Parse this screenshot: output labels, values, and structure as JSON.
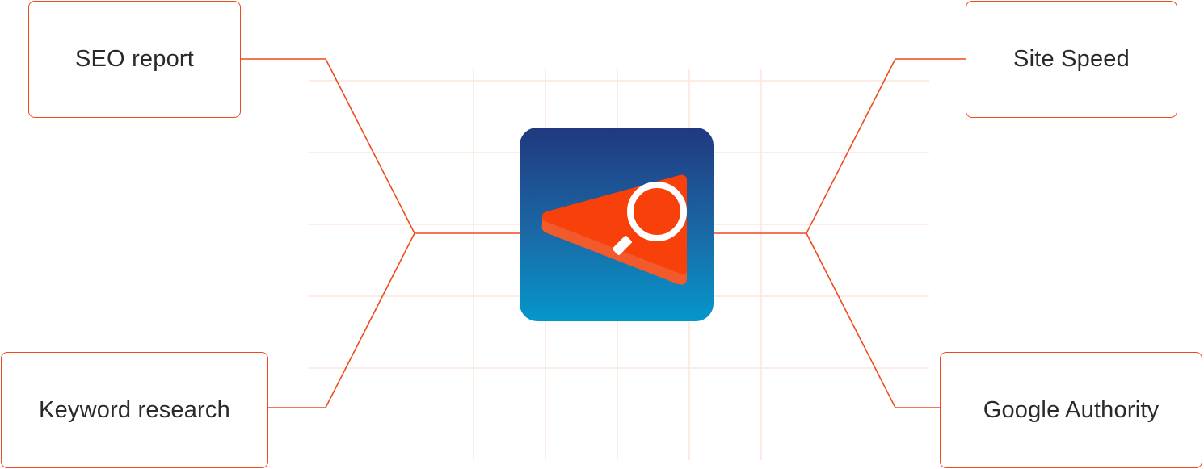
{
  "nodes": {
    "seo_report": "SEO report",
    "keyword_research": "Keyword research",
    "site_speed": "Site Speed",
    "google_authority": "Google Authority"
  },
  "hub": {
    "icon": "search-play-logo-icon"
  },
  "colors": {
    "accent": "#EE4A1D",
    "grid": "#FCE6DE",
    "icon_gradient_top": "#21387F",
    "icon_gradient_bottom": "#0597CB"
  }
}
